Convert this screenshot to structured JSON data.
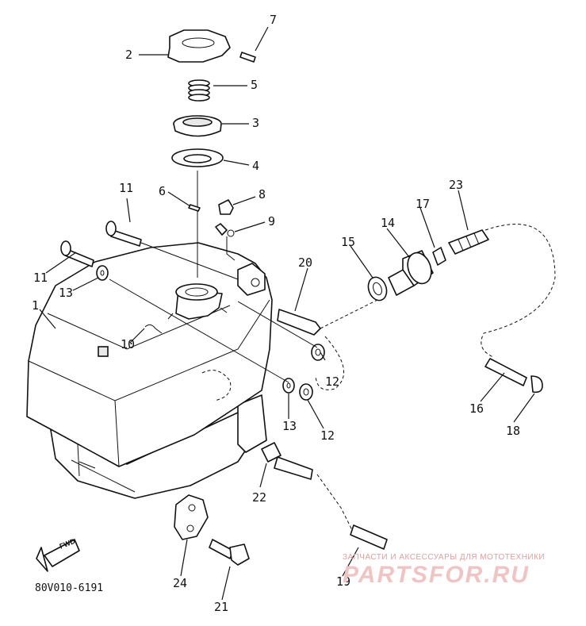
{
  "diagram": {
    "drawing_code": "80V010-6191",
    "fwd_label": "FWD",
    "watermark": {
      "tagline": "ЗАПЧАСТИ И АКСЕССУАРЫ ДЛЯ МОТОТЕХНИКИ",
      "brand": "PARTSFOR.RU"
    },
    "callouts": {
      "c1": "1",
      "c2": "2",
      "c3": "3",
      "c4": "4",
      "c5": "5",
      "c6": "6",
      "c7": "7",
      "c8": "8",
      "c9": "9",
      "c10": "10",
      "c11a": "11",
      "c11b": "11",
      "c12a": "12",
      "c12b": "12",
      "c13a": "13",
      "c13b": "13",
      "c14": "14",
      "c15": "15",
      "c16": "16",
      "c17": "17",
      "c18": "18",
      "c19": "19",
      "c20": "20",
      "c21": "21",
      "c22": "22",
      "c23": "23",
      "c24": "24"
    }
  }
}
